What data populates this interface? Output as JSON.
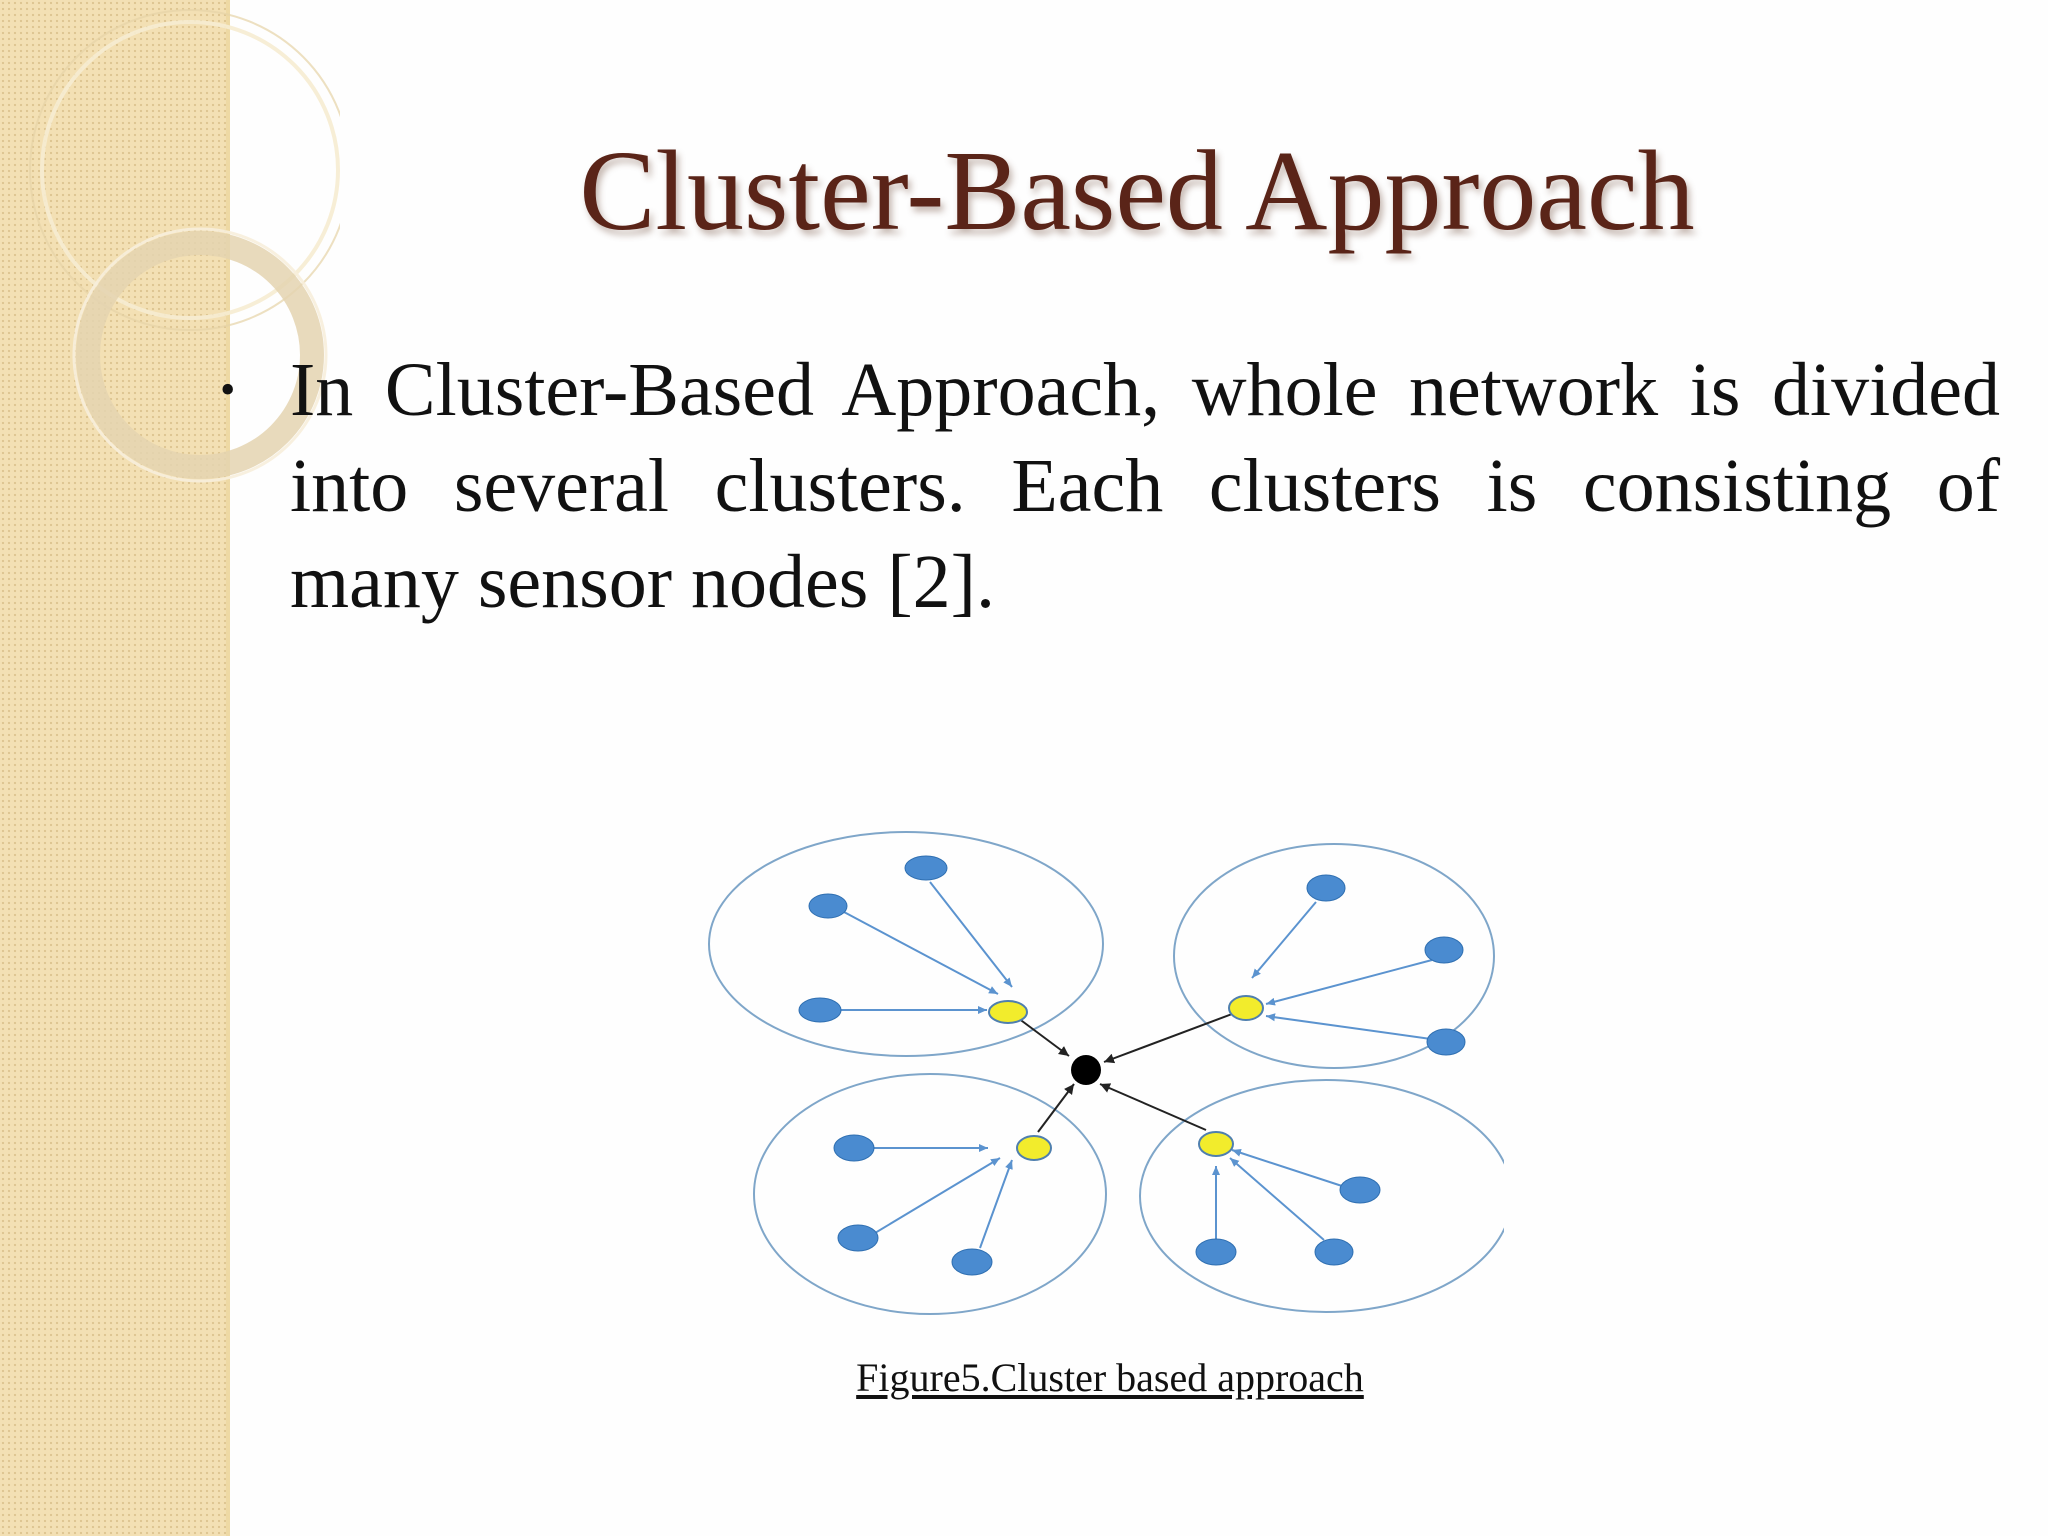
{
  "slide": {
    "title": "Cluster-Based Approach",
    "bullets": [
      "In Cluster-Based Approach, whole network is divided into several clusters. Each clusters is consisting of many sensor nodes [2]."
    ],
    "figure": {
      "caption": "Figure5.Cluster based approach",
      "colors": {
        "sensor_node": "#4a8bd0",
        "cluster_head": "#f2ec2c",
        "base_station": "#000000",
        "cluster_boundary": "#7fa6c9",
        "sensor_link": "#5b93cf",
        "head_link": "#222222"
      }
    }
  },
  "theme": {
    "title_color": "#5a2418",
    "band_color": "#f3e0b4"
  }
}
